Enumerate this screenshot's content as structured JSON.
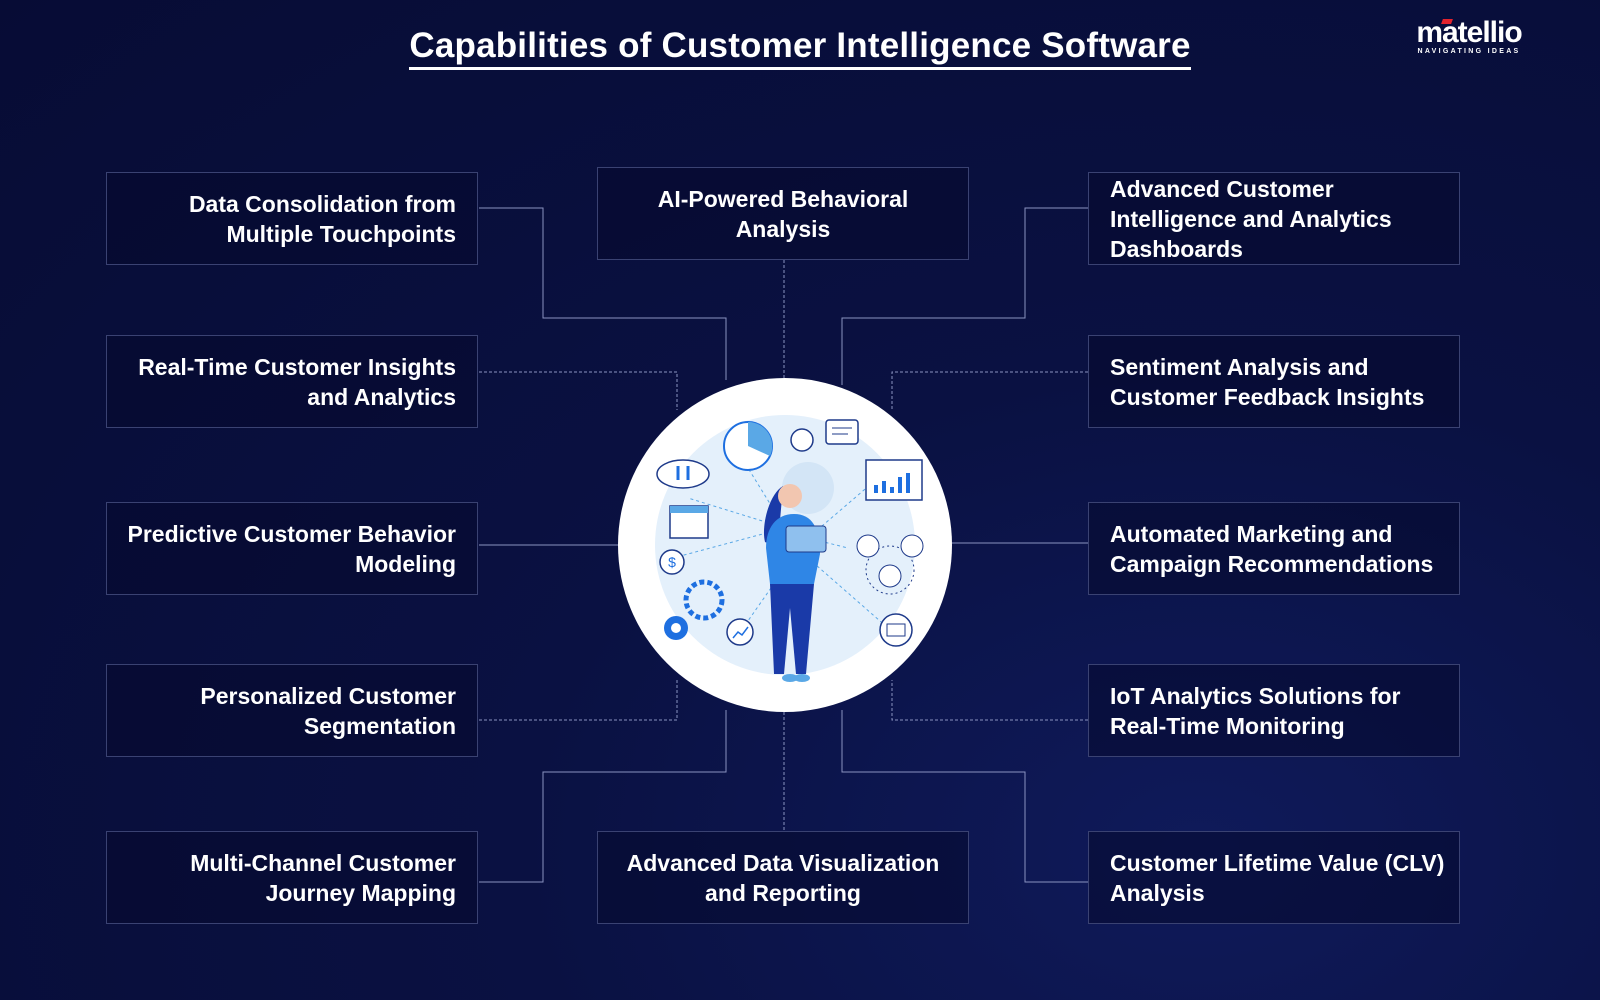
{
  "title": "Capabilities of Customer Intelligence Software",
  "logo": {
    "name": "matellio",
    "tagline": "NAVIGATING IDEAS"
  },
  "capabilities": {
    "top": "AI-Powered Behavioral Analysis",
    "bottom": "Advanced Data Visualization and Reporting",
    "left": [
      "Data Consolidation from Multiple Touchpoints",
      "Real-Time Customer Insights and Analytics",
      "Predictive Customer Behavior Modeling",
      "Personalized Customer Segmentation",
      "Multi-Channel Customer Journey Mapping"
    ],
    "right": [
      "Advanced Customer Intelligence and Analytics Dashboards",
      "Sentiment Analysis and Customer Feedback Insights",
      "Automated Marketing and Campaign Recommendations",
      "IoT Analytics Solutions for Real-Time Monitoring",
      "Customer Lifetime Value (CLV) Analysis"
    ]
  },
  "colors": {
    "background": "#070c35",
    "accent": "#1e6fe0",
    "logo_red": "#e3232d"
  },
  "icons": [
    "cloud-sync-icon",
    "pie-chart-icon",
    "phone-icon",
    "chat-icon",
    "bar-chart-icon",
    "calendar-icon",
    "dollar-icon",
    "gear-icon",
    "trend-icon",
    "users-network-icon",
    "mail-icon",
    "person-laptop-illustration"
  ]
}
